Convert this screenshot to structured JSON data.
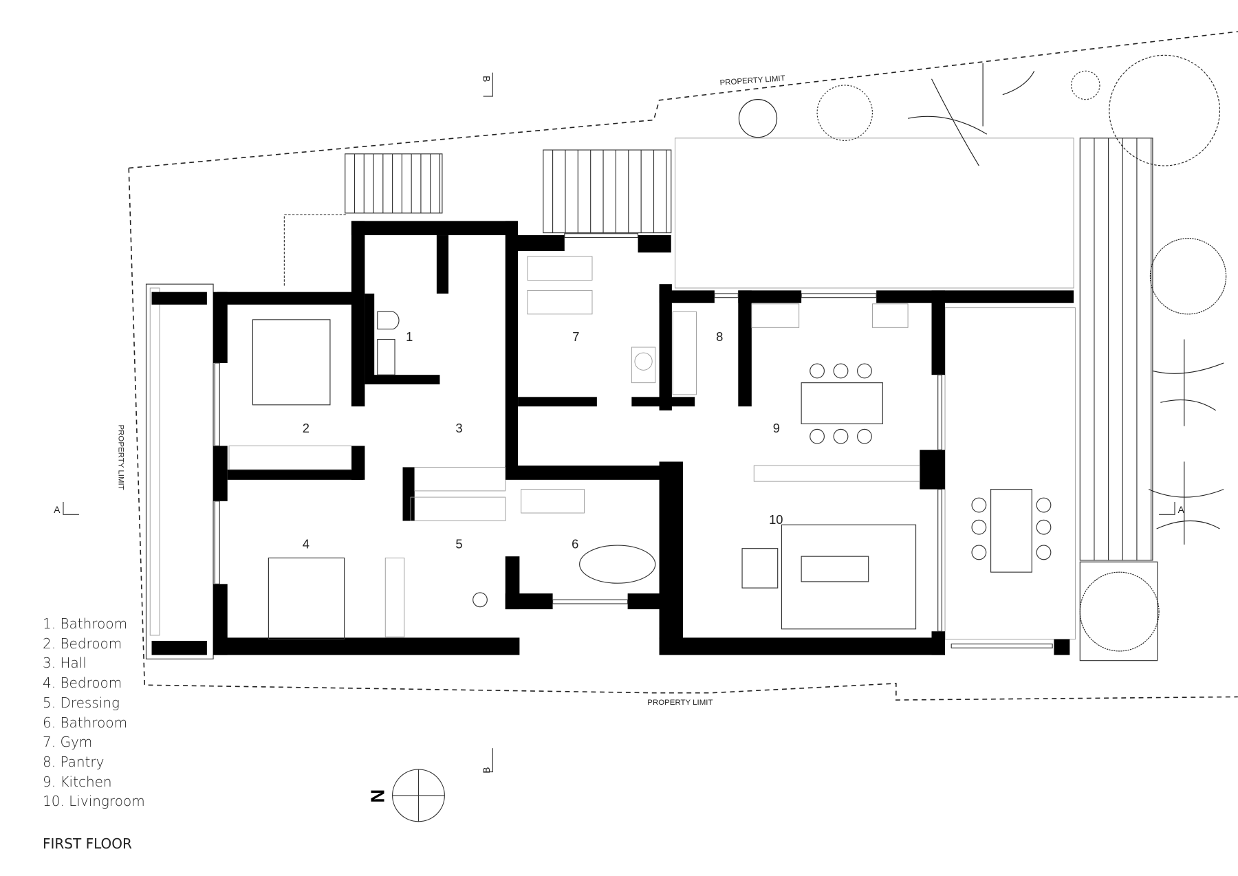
{
  "title": "FIRST FLOOR",
  "legend": [
    "1. Bathroom",
    "2. Bedroom",
    "3. Hall",
    "4. Bedroom",
    "5. Dressing",
    "6. Bathroom",
    "7. Gym",
    "8. Pantry",
    "9. Kitchen",
    "10. Livingroom"
  ],
  "rooms": [
    "1",
    "2",
    "3",
    "4",
    "5",
    "6",
    "7",
    "8",
    "9",
    "10"
  ],
  "property_limit": "PROPERTY LIMIT",
  "sections": {
    "a_left": "A",
    "a_right": "A",
    "b_top": "B",
    "b_bottom": "B"
  },
  "north": "N"
}
